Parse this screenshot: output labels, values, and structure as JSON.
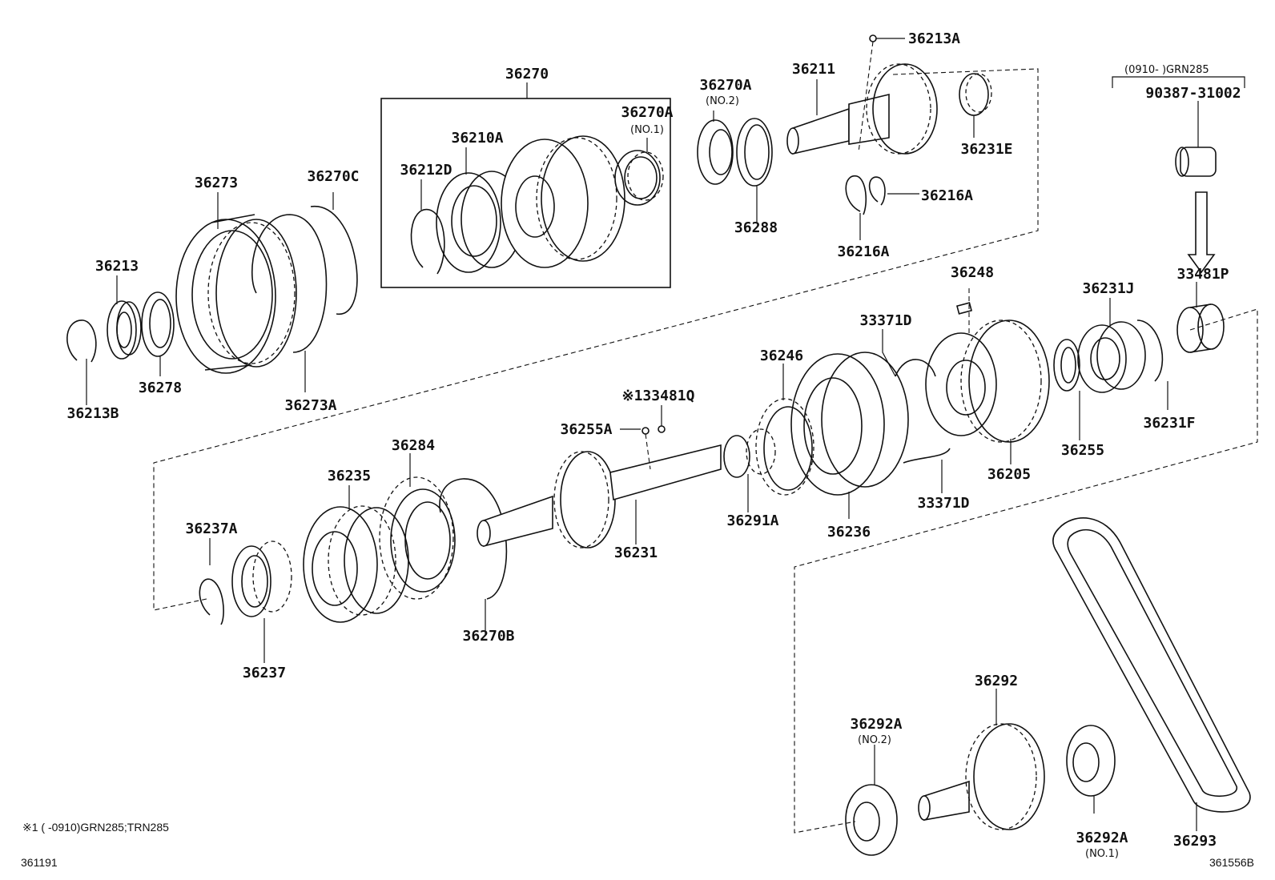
{
  "diagram": {
    "part_labels": {
      "p36270": "36270",
      "p36270A_no1": "36270A",
      "no1_36270A": "(NO.1)",
      "p36210A": "36210A",
      "p36212D": "36212D",
      "p36273": "36273",
      "p36270C": "36270C",
      "p36213": "36213",
      "p36278": "36278",
      "p36213B": "36213B",
      "p36273A": "36273A",
      "p36270A_no2": "36270A",
      "no2_36270A": "(NO.2)",
      "p36288": "36288",
      "p36211": "36211",
      "p36213A": "36213A",
      "p36231E": "36231E",
      "p36216A_right": "36216A",
      "p36216A_bottom": "36216A",
      "p36248": "36248",
      "p33371D_top": "33371D",
      "p36246": "36246",
      "p133481Q": "※133481Q",
      "p36255A": "36255A",
      "p36284": "36284",
      "p36235": "36235",
      "p36237A": "36237A",
      "p36237": "36237",
      "p36270B": "36270B",
      "p36231": "36231",
      "p36291A": "36291A",
      "p36236": "36236",
      "p33371D_bottom": "33371D",
      "p36205": "36205",
      "p36255": "36255",
      "p36231J": "36231J",
      "p36231F": "36231F",
      "p33481P": "33481P",
      "p90387": "90387-31002",
      "grn285_range": "(0910-     )GRN285",
      "p36292": "36292",
      "p36292A_no2": "36292A",
      "no2_36292A": "(NO.2)",
      "p36292A_no1": "36292A",
      "no1_36292A": "(NO.1)",
      "p36293": "36293"
    },
    "footnote": "※1 (      -0910)GRN285;TRN285",
    "ref_left": "361191",
    "ref_right": "361556B"
  }
}
